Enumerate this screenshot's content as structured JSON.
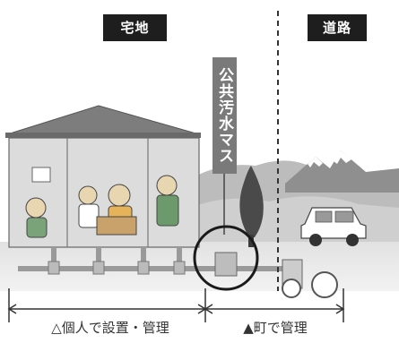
{
  "labels": {
    "yard": "宅地",
    "road": "道路",
    "public_box": "公共汚水マス",
    "individual_management": "△個人で設置・管理",
    "town_management": "▲町で管理"
  },
  "colors": {
    "dark_label": "#1e1e1e",
    "vertical_label": "#7a7a7a",
    "roof": "#7d7d7d",
    "house_wall": "#d9d9d9",
    "hill": "#bdbdbd",
    "pipe": "#9a9a9a",
    "circle": "#1a1a1a"
  }
}
